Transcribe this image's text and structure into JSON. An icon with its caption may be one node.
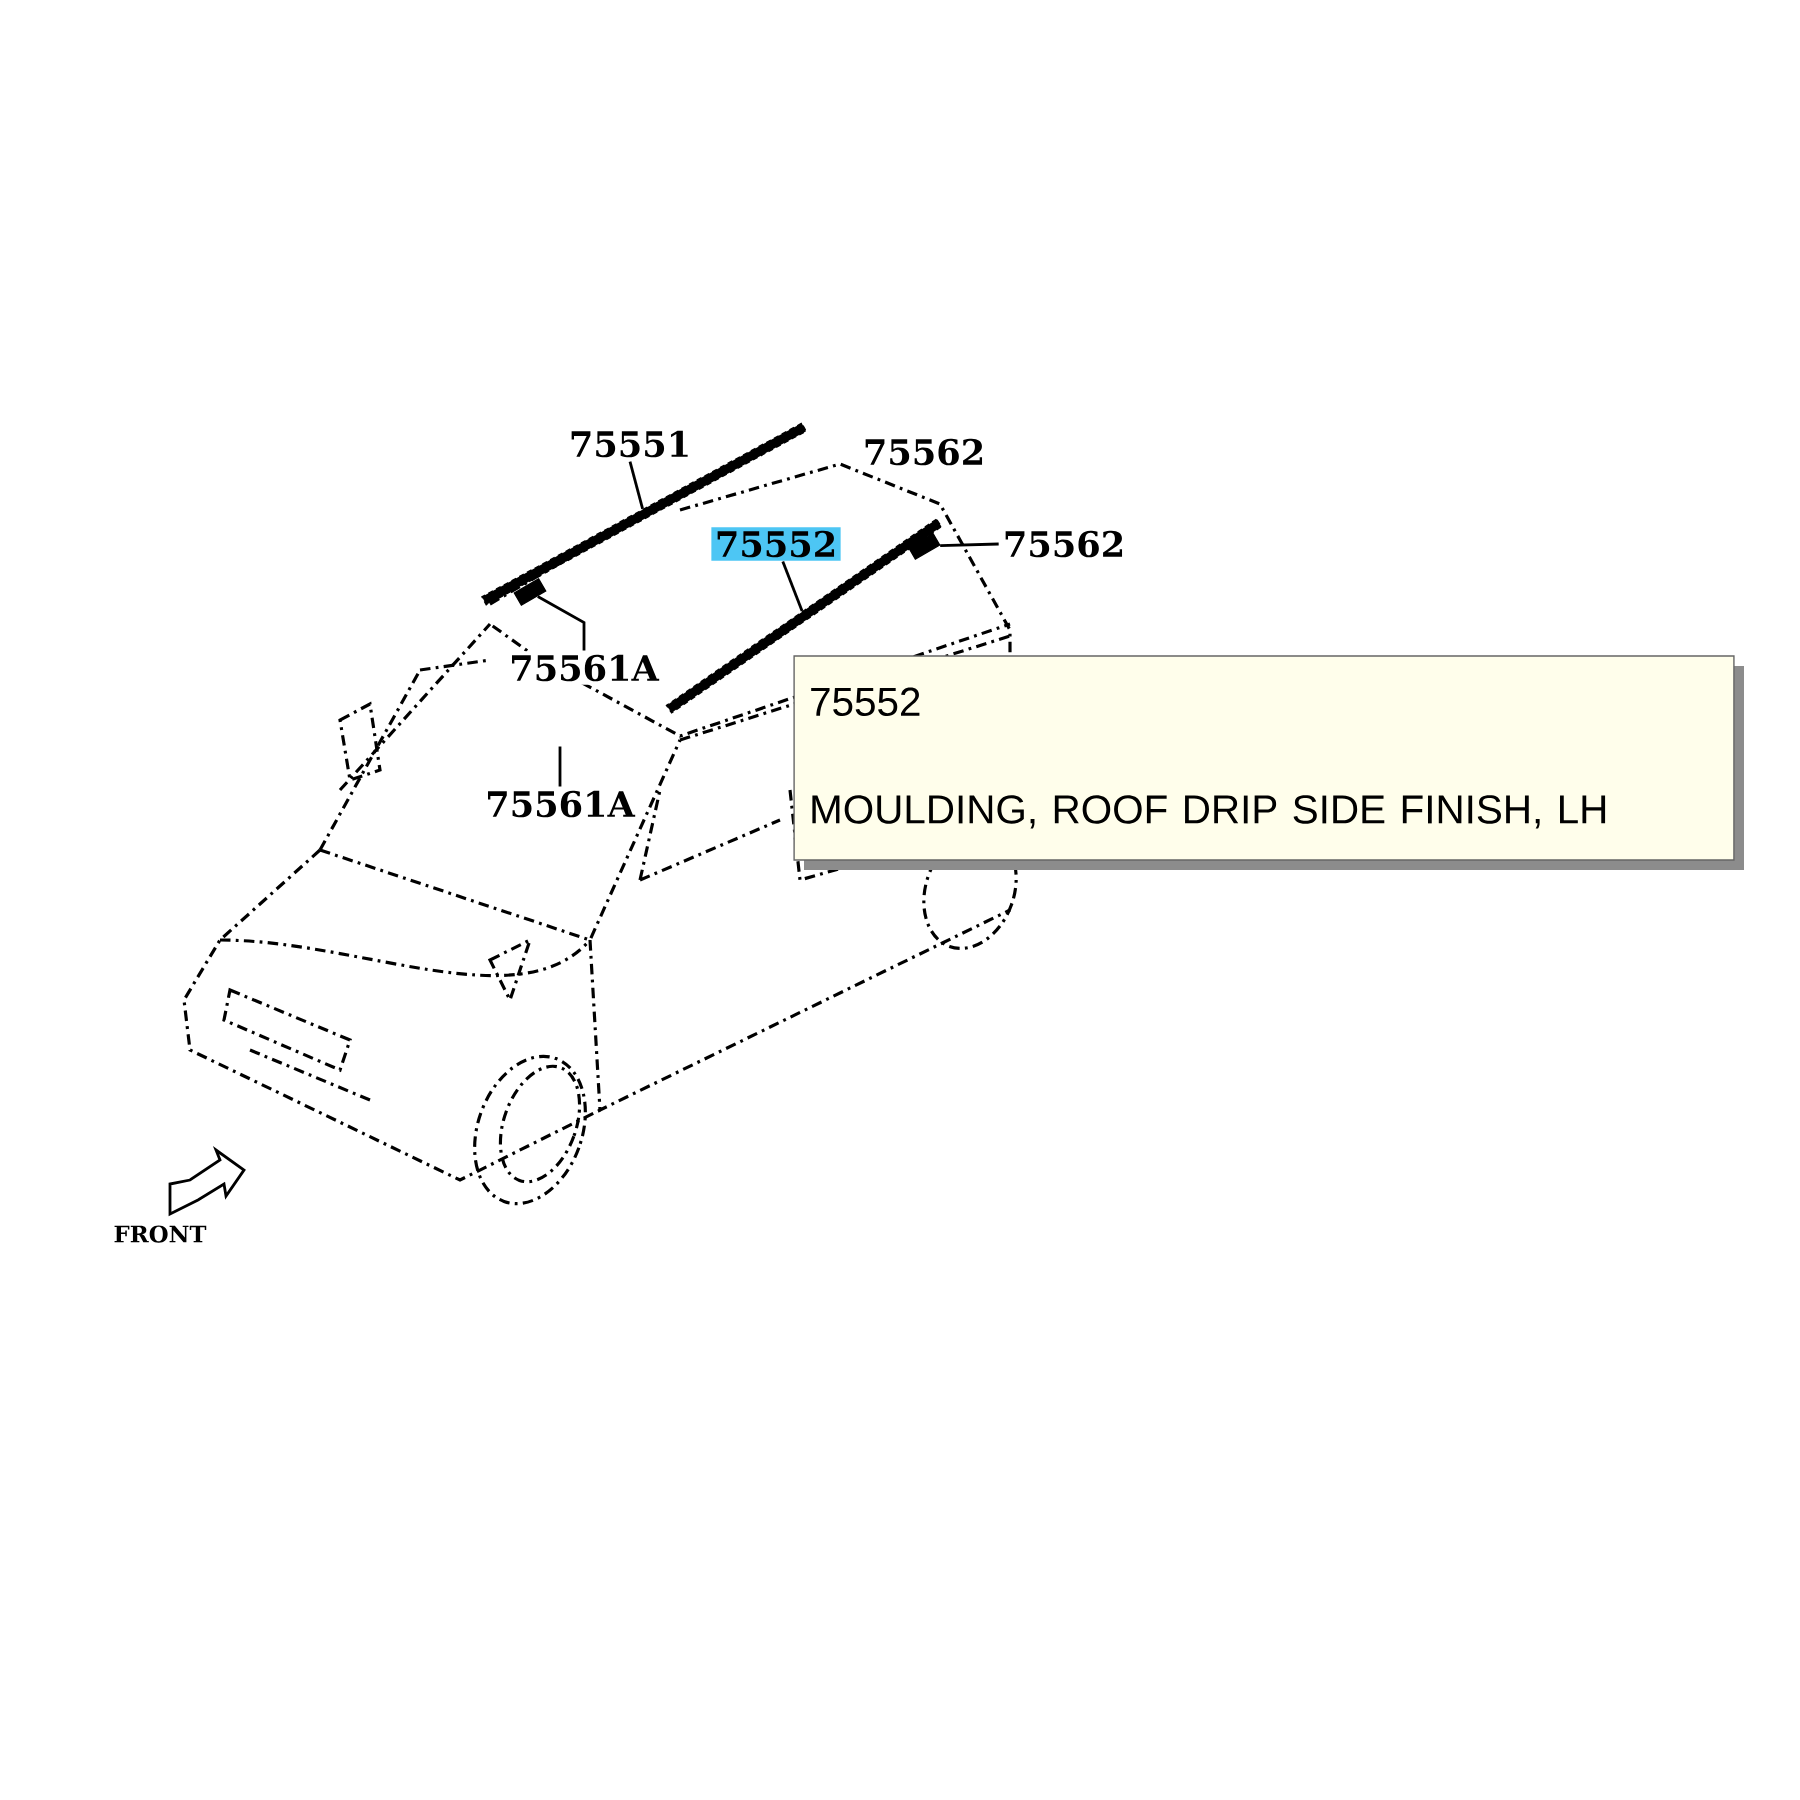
{
  "diagram": {
    "nodes": [
      {
        "text": [
          "75551"
        ]
      },
      {
        "text": [],
        "shape": "bar"
      },
      {
        "text": [
          "75552"
        ]
      },
      {
        "text": [],
        "shape": "bar"
      },
      {
        "text": [
          "75562"
        ]
      },
      {
        "text": [],
        "shape": "box"
      },
      {
        "text": [
          "75561A"
        ]
      },
      {
        "text": [],
        "shape": "box"
      },
      {
        "text": [
          "75561A"
        ]
      },
      {
        "text": [
          "75552",
          "MOULDING, ROOF DRIP SIDE FINISH, LH"
        ]
      }
    ],
    "edges": [
      {
        "from": 0,
        "to": 1,
        "arrow": "none"
      },
      {
        "from": 2,
        "to": 3,
        "arrow": "none"
      },
      {
        "from": 4,
        "to": 5,
        "arrow": "none"
      },
      {
        "from": 6,
        "to": 7,
        "arrow": "none"
      },
      {
        "from": 8,
        "to": null,
        "arrow": "none"
      }
    ],
    "labels": [
      "75562",
      "FRONT"
    ]
  }
}
